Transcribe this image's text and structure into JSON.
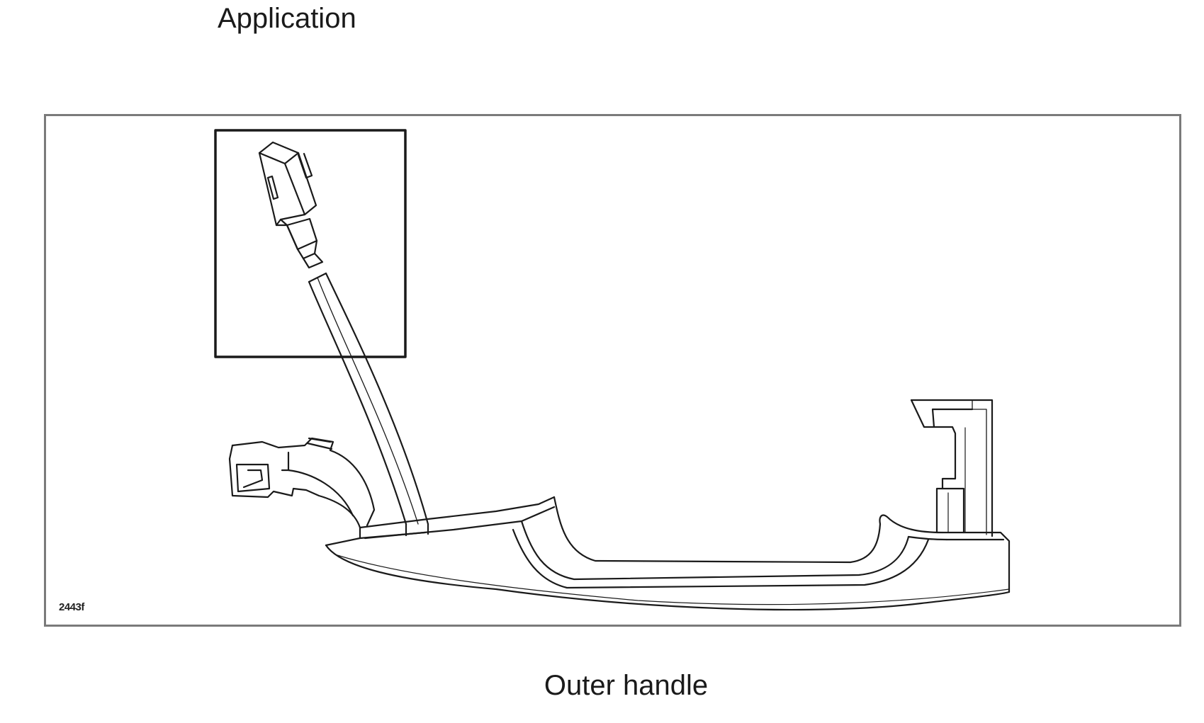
{
  "page": {
    "heading": "Application",
    "caption": "Outer handle"
  },
  "figure": {
    "reference_number": "2443f",
    "detail_inset": "connector-detail",
    "subject": "outer-door-handle-with-sensor-cable"
  },
  "colors": {
    "line": "#1a1a1a",
    "frame": "#7a7a7a",
    "background": "#ffffff"
  }
}
